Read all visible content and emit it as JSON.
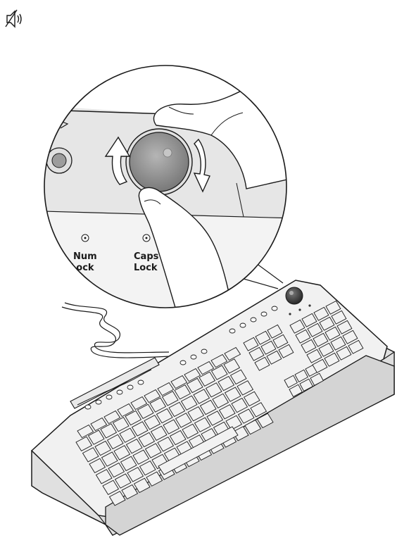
{
  "icons": {
    "mute_icon": "speaker-mute-icon"
  },
  "zoom": {
    "indicators": [
      {
        "line1": "Num",
        "line2": "Lock"
      },
      {
        "line1": "Caps",
        "line2": "Lock"
      }
    ]
  },
  "colors": {
    "outline": "#1a1a1a",
    "panel": "#e8e8e8",
    "knob": "#8f8f8f",
    "key": "#f2f2f2",
    "palm_rest": "#d4d4d4"
  }
}
